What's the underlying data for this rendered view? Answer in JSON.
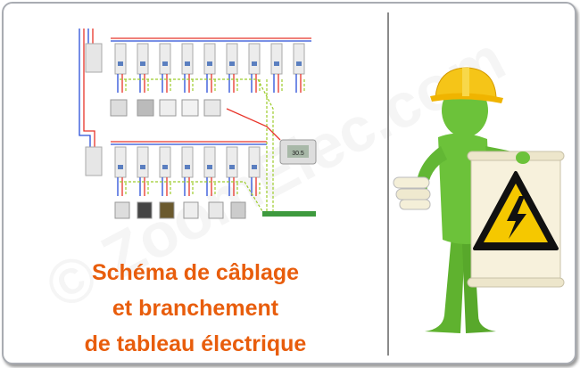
{
  "title": {
    "line1": "Schéma de câblage",
    "line2": "et branchement",
    "line3": "de tableau électrique"
  },
  "watermark": "© ZoomElec.com",
  "thermostat_display": "30.5",
  "colors": {
    "title": "#e85d0c",
    "phase_wire": "#e8342a",
    "neutral_wire": "#2a4fd8",
    "earth_wire": "#9ccc2a",
    "figure": "#6cc23a",
    "helmet": "#f5c518",
    "warning": "#f5c800"
  },
  "icons": {
    "warning": "high-voltage-warning-icon",
    "figure": "electrician-figure"
  }
}
